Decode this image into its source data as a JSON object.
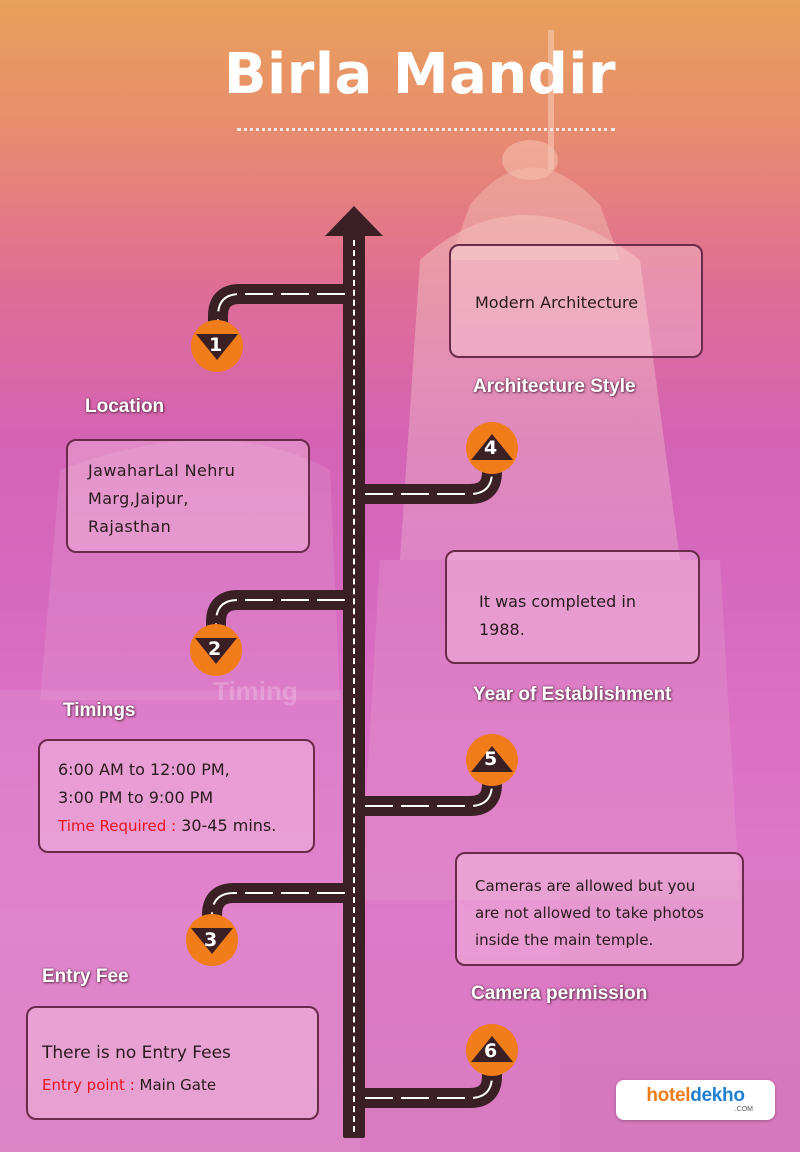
{
  "title": "Birla Mandir",
  "steps": [
    {
      "number": "1",
      "heading": "Location",
      "lines": [
        "JawaharLal Nehru",
        "Marg,Jaipur,",
        "Rajasthan"
      ]
    },
    {
      "number": "2",
      "heading": "Timings",
      "lines": [
        "6:00 AM to 12:00 PM,",
        "3:00 PM to 9:00 PM"
      ],
      "extra_label": "Time Required :",
      "extra_value": "30-45 mins."
    },
    {
      "number": "3",
      "heading": "Entry Fee",
      "lines": [
        "There is no Entry Fees"
      ],
      "extra_label": "Entry point :",
      "extra_value": "Main Gate"
    },
    {
      "number": "4",
      "heading": "Architecture Style",
      "lines": [
        "Modern Architecture"
      ]
    },
    {
      "number": "5",
      "heading": "Year of Establishment",
      "lines": [
        "It was completed in",
        "1988."
      ]
    },
    {
      "number": "6",
      "heading": "Camera permission",
      "lines": [
        "Cameras are allowed but you",
        "are not allowed to take photos",
        "inside the main temple."
      ]
    }
  ],
  "watermark": "Timing",
  "logo": {
    "part1": "hotel",
    "part2": "dekho",
    "suffix": ".COM"
  },
  "colors": {
    "arrow_orange": "#f07c1a",
    "road": "#3a2024",
    "card_border": "#6a2a4a",
    "red_label": "#e8141e",
    "logo_blue": "#1f7fd0",
    "logo_orange": "#f07c1a"
  }
}
